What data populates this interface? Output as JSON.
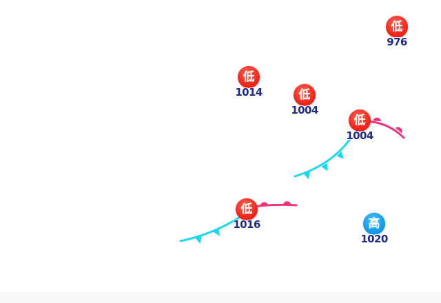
{
  "weather_map": {
    "pressure_centers": [
      {
        "kind": "low",
        "symbol": "低",
        "pressure": "976"
      },
      {
        "kind": "low",
        "symbol": "低",
        "pressure": "1014"
      },
      {
        "kind": "low",
        "symbol": "低",
        "pressure": "1004"
      },
      {
        "kind": "low",
        "symbol": "低",
        "pressure": "1004"
      },
      {
        "kind": "low",
        "symbol": "低",
        "pressure": "1016"
      },
      {
        "kind": "high",
        "symbol": "高",
        "pressure": "1020"
      }
    ],
    "fronts": [
      {
        "type": "warm",
        "color": "#f0347a"
      },
      {
        "type": "cold",
        "color": "#19d9ef"
      },
      {
        "type": "warm",
        "color": "#f0347a"
      },
      {
        "type": "cold",
        "color": "#19d9ef"
      }
    ],
    "colors": {
      "low_center": "#f22a1e",
      "high_center": "#139be8",
      "pressure_text": "#1e2a8c",
      "warm_front": "#f0347a",
      "cold_front": "#19d9ef"
    }
  }
}
